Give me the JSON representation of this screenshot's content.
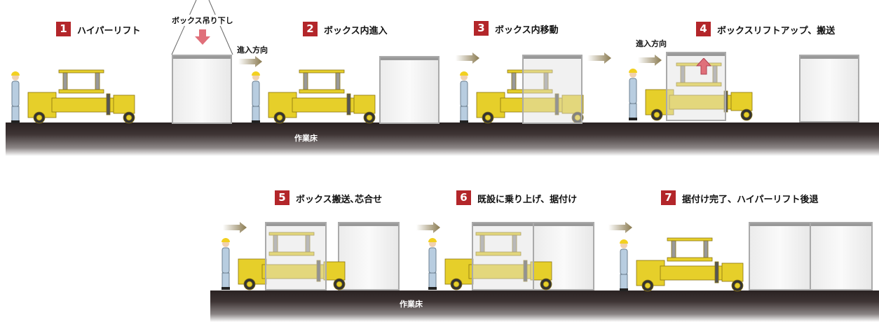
{
  "steps": [
    {
      "num": "1",
      "label": "ハイパーリフト"
    },
    {
      "num": "2",
      "label": "ボックス内進入"
    },
    {
      "num": "3",
      "label": "ボックス内移動"
    },
    {
      "num": "4",
      "label": "ボックスリフトアップ、搬送"
    },
    {
      "num": "5",
      "label": "ボックス搬送､芯合せ"
    },
    {
      "num": "6",
      "label": "既設に乗り上げ、据付け"
    },
    {
      "num": "7",
      "label": "据付け完了、ハイパーリフト後退"
    }
  ],
  "labels": {
    "box_lowering": "ボックス吊り下し",
    "direction": "進入方向",
    "floor": "作業床"
  },
  "colors": {
    "badge": "#b3262a",
    "vehicle": "#e6cf2a",
    "arrow": "#8a7a50",
    "lift_arrow": "#e0707a"
  }
}
